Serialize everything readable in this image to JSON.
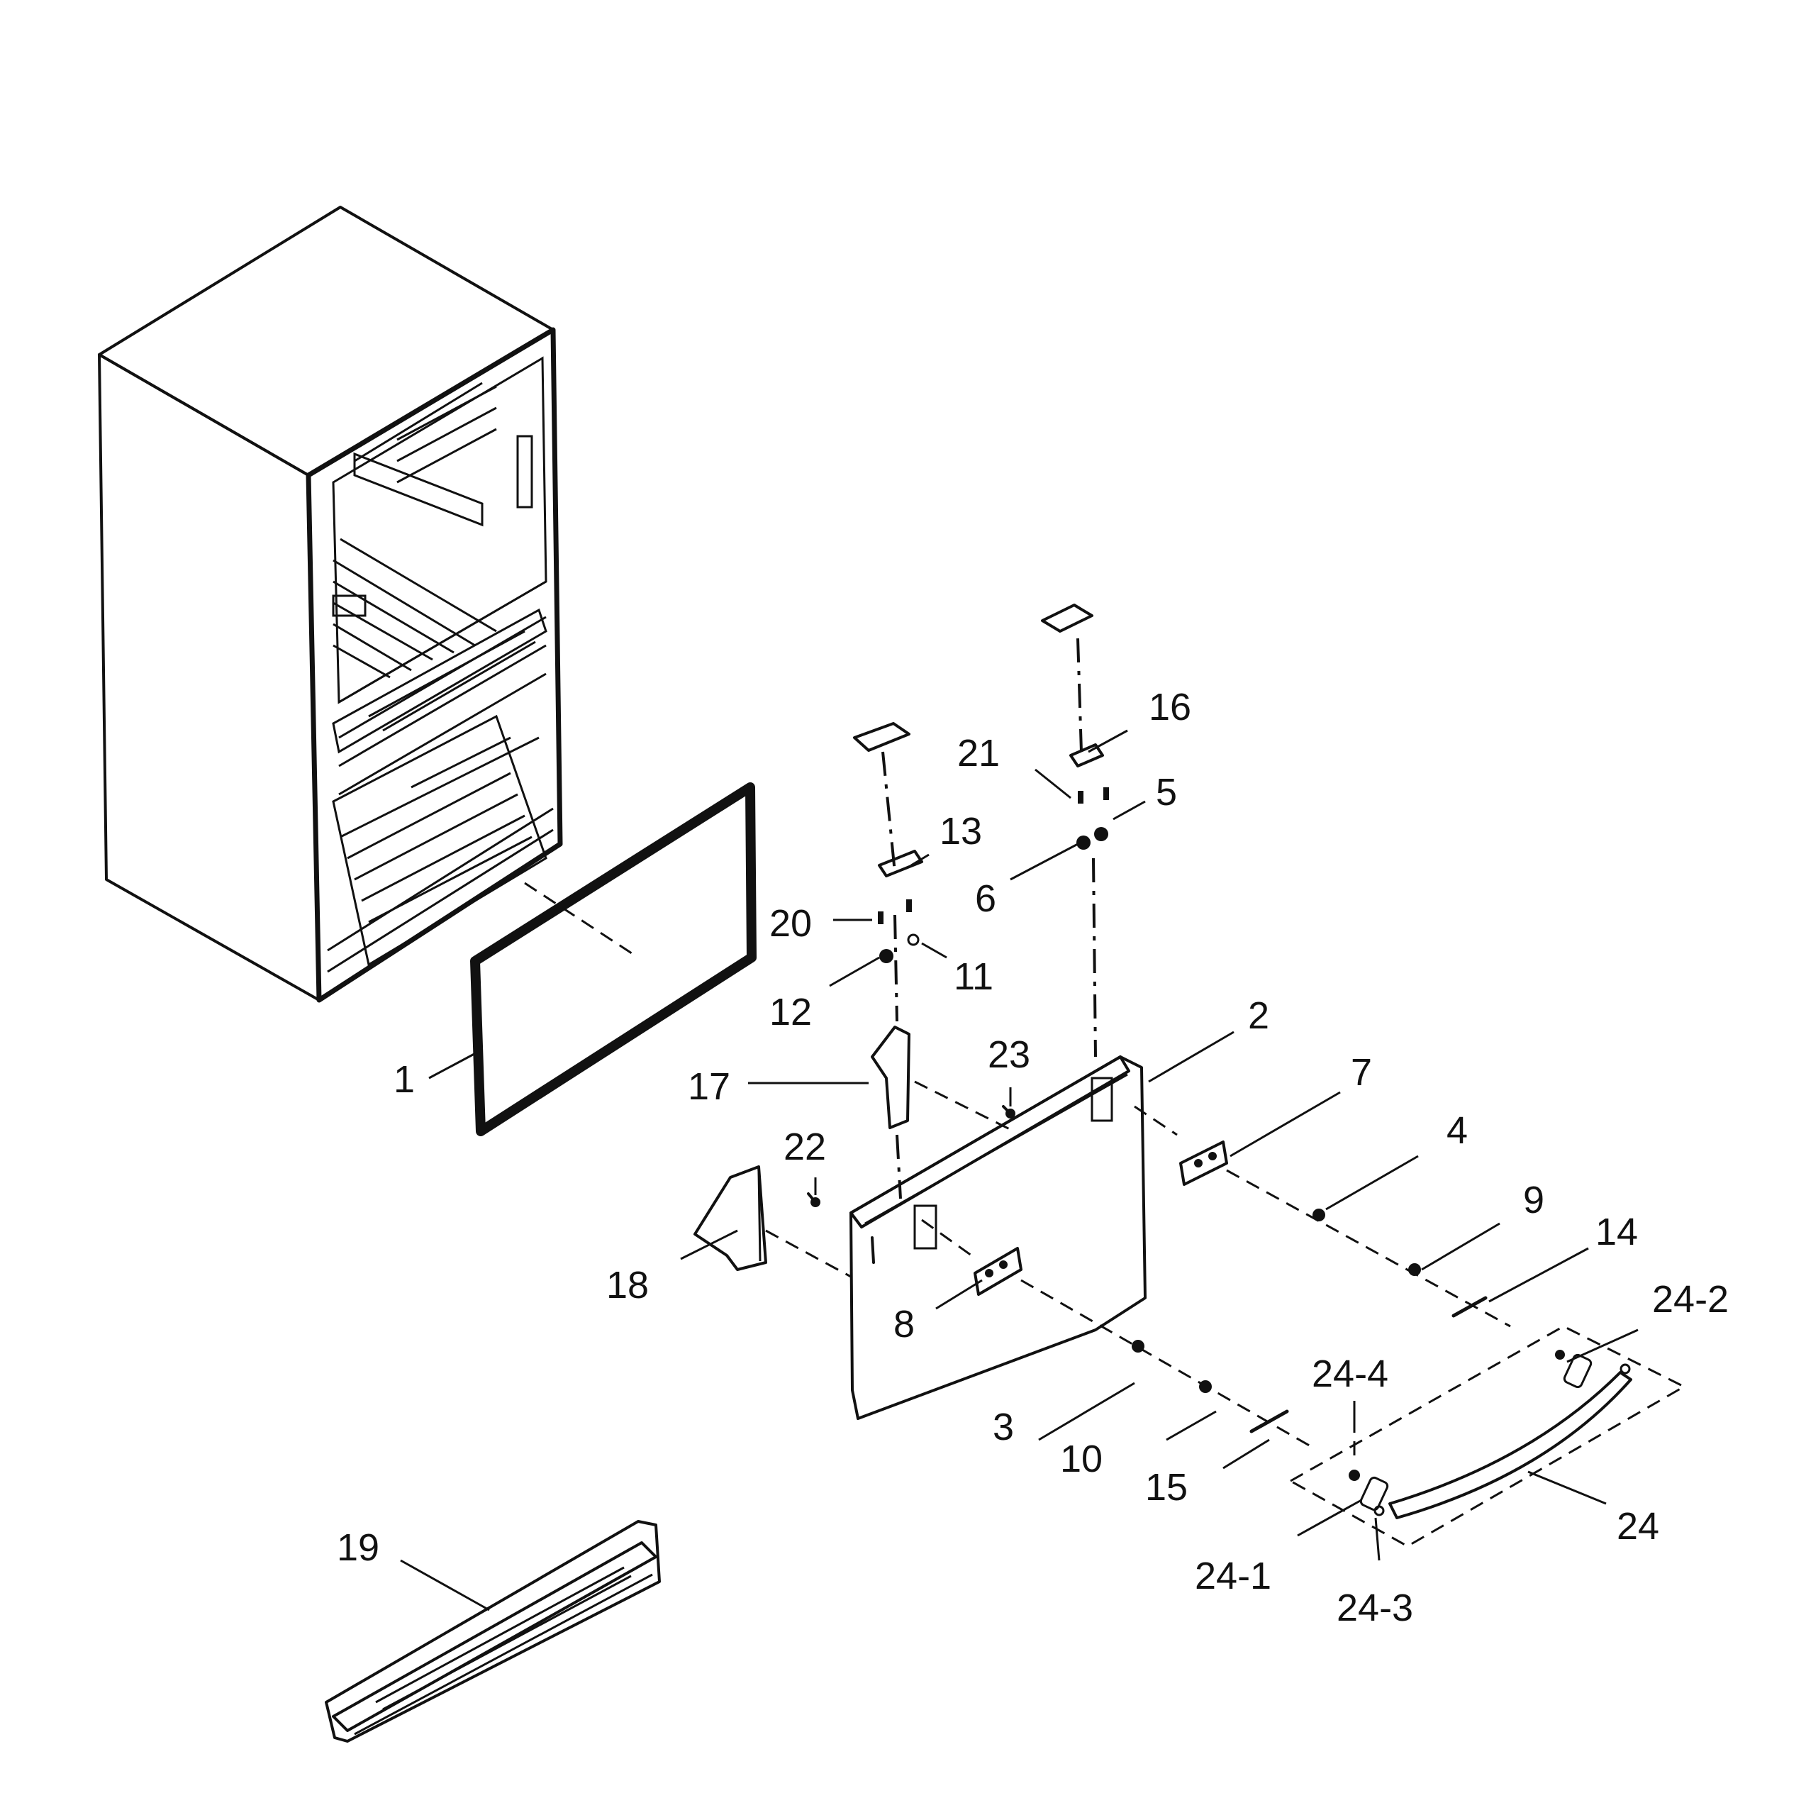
{
  "labels": [
    {
      "id": "1",
      "text": "1"
    },
    {
      "id": "2",
      "text": "2"
    },
    {
      "id": "3",
      "text": "3"
    },
    {
      "id": "4",
      "text": "4"
    },
    {
      "id": "5",
      "text": "5"
    },
    {
      "id": "6",
      "text": "6"
    },
    {
      "id": "7",
      "text": "7"
    },
    {
      "id": "8",
      "text": "8"
    },
    {
      "id": "9",
      "text": "9"
    },
    {
      "id": "10",
      "text": "10"
    },
    {
      "id": "11",
      "text": "11"
    },
    {
      "id": "12",
      "text": "12"
    },
    {
      "id": "13",
      "text": "13"
    },
    {
      "id": "14",
      "text": "14"
    },
    {
      "id": "15",
      "text": "15"
    },
    {
      "id": "16",
      "text": "16"
    },
    {
      "id": "17",
      "text": "17"
    },
    {
      "id": "18",
      "text": "18"
    },
    {
      "id": "19",
      "text": "19"
    },
    {
      "id": "20",
      "text": "20"
    },
    {
      "id": "21",
      "text": "21"
    },
    {
      "id": "22",
      "text": "22"
    },
    {
      "id": "23",
      "text": "23"
    },
    {
      "id": "24",
      "text": "24"
    },
    {
      "id": "24-1",
      "text": "24-1"
    },
    {
      "id": "24-2",
      "text": "24-2"
    },
    {
      "id": "24-3",
      "text": "24-3"
    },
    {
      "id": "24-4",
      "text": "24-4"
    }
  ]
}
